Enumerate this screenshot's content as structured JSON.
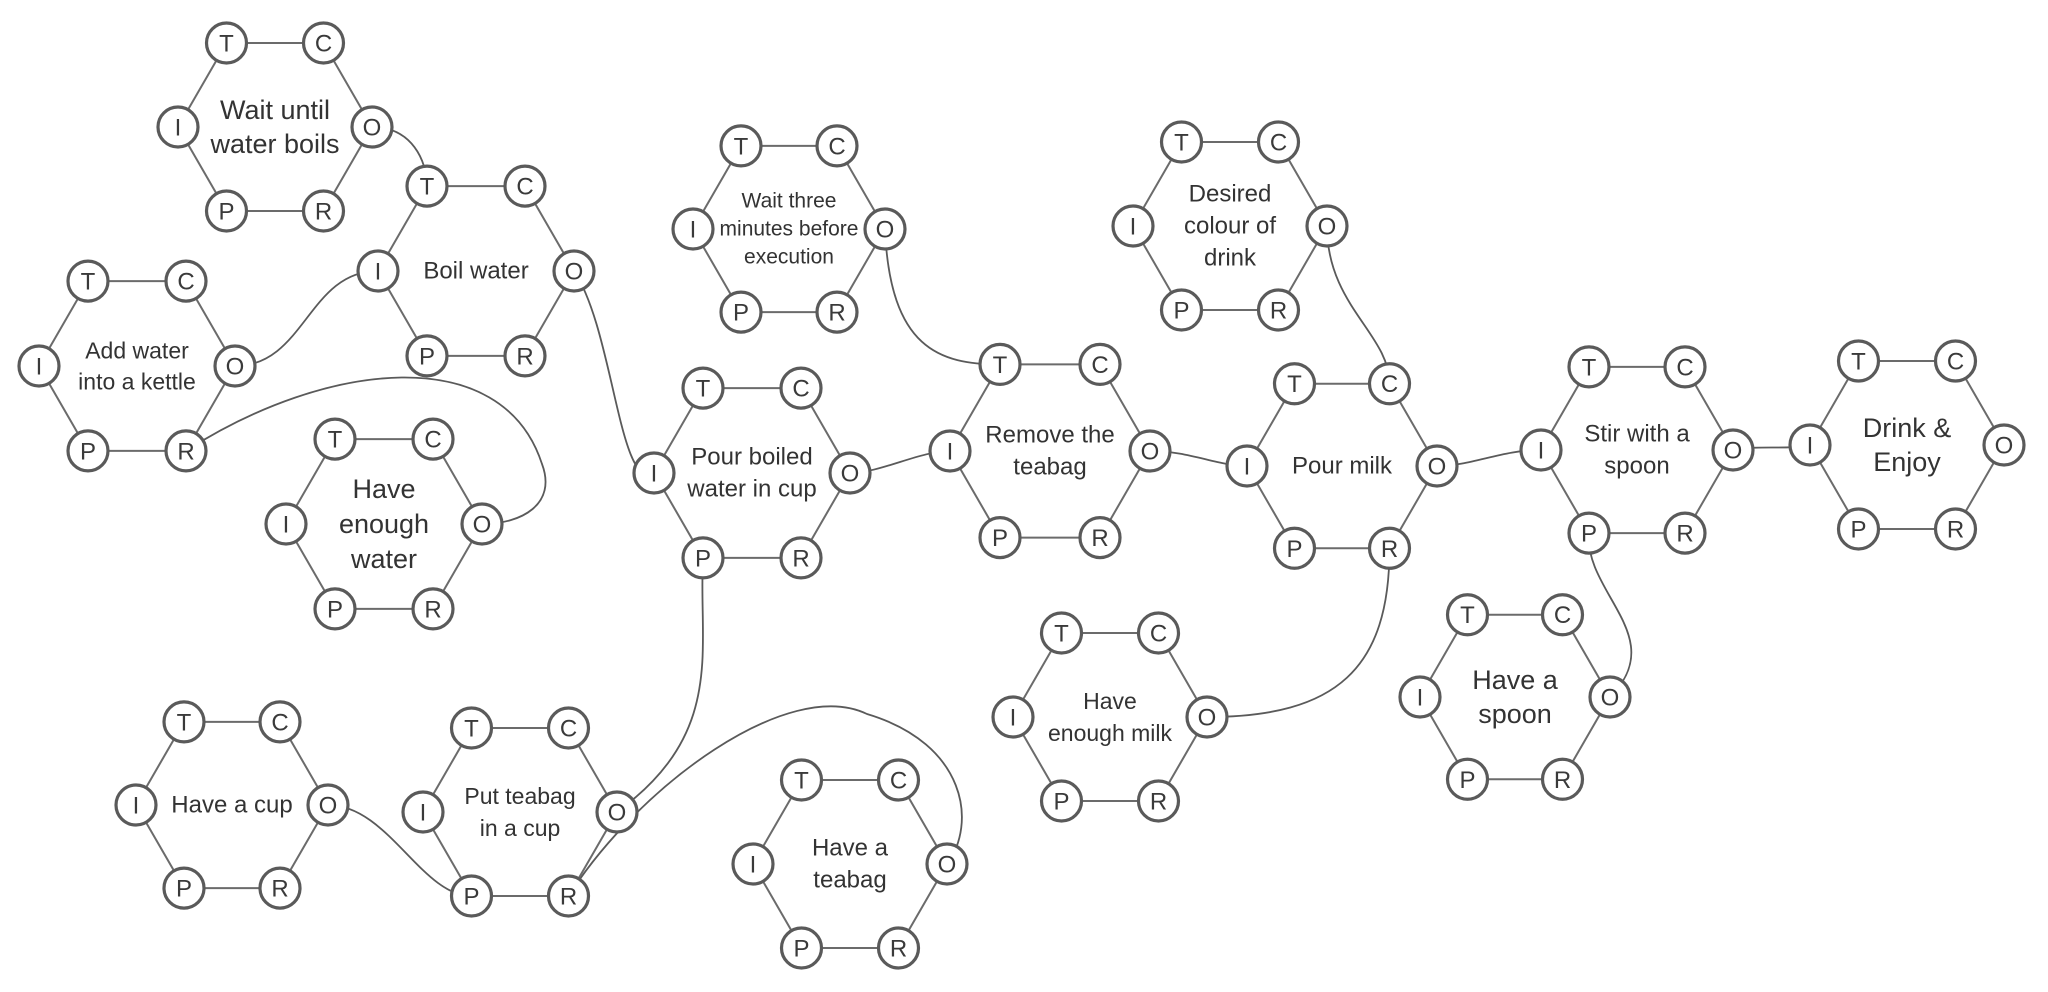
{
  "port_letters": {
    "T": "T",
    "C": "C",
    "O": "O",
    "R": "R",
    "P": "P",
    "I": "I"
  },
  "colors": {
    "stroke": "#5a5a5a",
    "text": "#333333",
    "background": "#ffffff"
  },
  "nodes": [
    {
      "id": "wait-boil",
      "lines": [
        "Wait until",
        "water boils"
      ]
    },
    {
      "id": "boil-water",
      "lines": [
        "Boil water"
      ]
    },
    {
      "id": "add-water",
      "lines": [
        "Add water",
        "into a kettle"
      ]
    },
    {
      "id": "enough-water",
      "lines": [
        "Have",
        "enough",
        "water"
      ]
    },
    {
      "id": "wait-three",
      "lines": [
        "Wait three",
        "minutes before",
        "execution"
      ]
    },
    {
      "id": "pour-boiled",
      "lines": [
        "Pour boiled",
        "water in cup"
      ]
    },
    {
      "id": "remove-teabag",
      "lines": [
        "Remove the",
        "teabag"
      ]
    },
    {
      "id": "desired-colour",
      "lines": [
        "Desired",
        "colour of",
        "drink"
      ]
    },
    {
      "id": "pour-milk",
      "lines": [
        "Pour milk"
      ]
    },
    {
      "id": "stir-spoon",
      "lines": [
        "Stir with a",
        "spoon"
      ]
    },
    {
      "id": "drink-enjoy",
      "lines": [
        "Drink &",
        "Enjoy"
      ]
    },
    {
      "id": "have-cup",
      "lines": [
        "Have a cup"
      ]
    },
    {
      "id": "put-teabag",
      "lines": [
        "Put teabag",
        "in a cup"
      ]
    },
    {
      "id": "have-teabag",
      "lines": [
        "Have a",
        "teabag"
      ]
    },
    {
      "id": "enough-milk",
      "lines": [
        "Have",
        "enough milk"
      ]
    },
    {
      "id": "have-spoon",
      "lines": [
        "Have a",
        "spoon"
      ]
    }
  ]
}
